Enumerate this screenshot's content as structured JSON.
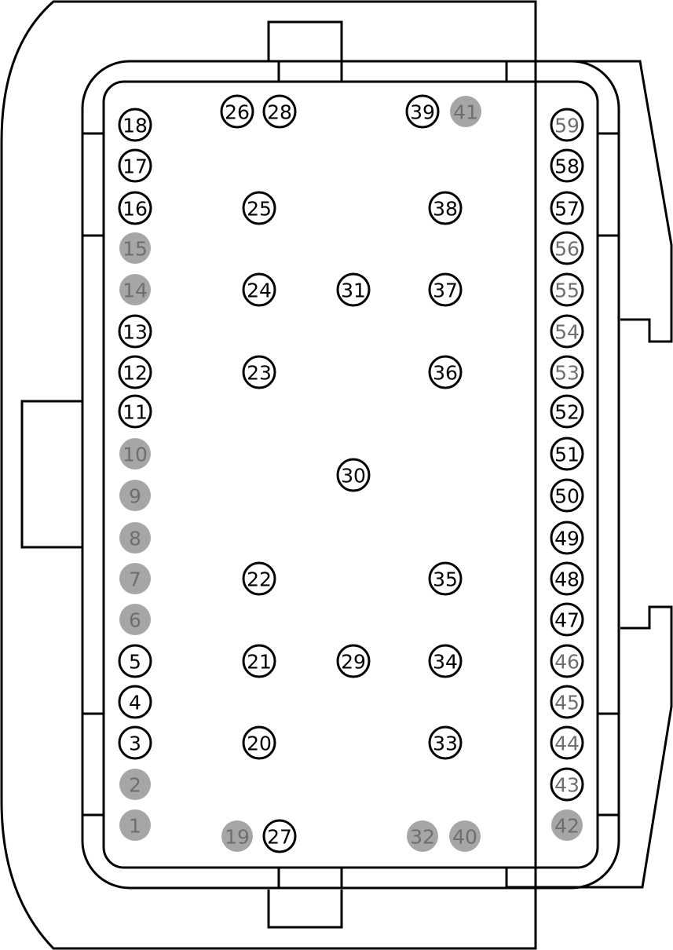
{
  "colors": {
    "line": "#000000",
    "active_fill": "#ffffff",
    "active_text": "#000000",
    "inactive_fill": "#a6a6a6",
    "inactive_text": "#6e6e6e",
    "background": "#ffffff"
  },
  "pins": [
    {
      "label": "1",
      "state": "inactive"
    },
    {
      "label": "2",
      "state": "inactive"
    },
    {
      "label": "3",
      "state": "active"
    },
    {
      "label": "4",
      "state": "active"
    },
    {
      "label": "5",
      "state": "active"
    },
    {
      "label": "6",
      "state": "inactive"
    },
    {
      "label": "7",
      "state": "inactive"
    },
    {
      "label": "8",
      "state": "inactive"
    },
    {
      "label": "9",
      "state": "inactive"
    },
    {
      "label": "10",
      "state": "inactive"
    },
    {
      "label": "11",
      "state": "active"
    },
    {
      "label": "12",
      "state": "active"
    },
    {
      "label": "13",
      "state": "active"
    },
    {
      "label": "14",
      "state": "inactive"
    },
    {
      "label": "15",
      "state": "inactive"
    },
    {
      "label": "16",
      "state": "active"
    },
    {
      "label": "17",
      "state": "active"
    },
    {
      "label": "18",
      "state": "active"
    },
    {
      "label": "19",
      "state": "inactive"
    },
    {
      "label": "20",
      "state": "active"
    },
    {
      "label": "21",
      "state": "active"
    },
    {
      "label": "22",
      "state": "active"
    },
    {
      "label": "23",
      "state": "active"
    },
    {
      "label": "24",
      "state": "active"
    },
    {
      "label": "25",
      "state": "active"
    },
    {
      "label": "26",
      "state": "active"
    },
    {
      "label": "27",
      "state": "active"
    },
    {
      "label": "28",
      "state": "active"
    },
    {
      "label": "29",
      "state": "active"
    },
    {
      "label": "30",
      "state": "active"
    },
    {
      "label": "31",
      "state": "active"
    },
    {
      "label": "32",
      "state": "inactive"
    },
    {
      "label": "33",
      "state": "active"
    },
    {
      "label": "34",
      "state": "active"
    },
    {
      "label": "35",
      "state": "active"
    },
    {
      "label": "36",
      "state": "active"
    },
    {
      "label": "37",
      "state": "active"
    },
    {
      "label": "38",
      "state": "active"
    },
    {
      "label": "39",
      "state": "active"
    },
    {
      "label": "40",
      "state": "inactive"
    },
    {
      "label": "41",
      "state": "inactive"
    },
    {
      "label": "42",
      "state": "inactive"
    },
    {
      "label": "43",
      "state": "active-grey-text"
    },
    {
      "label": "44",
      "state": "active-grey-text"
    },
    {
      "label": "45",
      "state": "active-grey-text"
    },
    {
      "label": "46",
      "state": "active-grey-text"
    },
    {
      "label": "47",
      "state": "active"
    },
    {
      "label": "48",
      "state": "active"
    },
    {
      "label": "49",
      "state": "active"
    },
    {
      "label": "50",
      "state": "active"
    },
    {
      "label": "51",
      "state": "active"
    },
    {
      "label": "52",
      "state": "active"
    },
    {
      "label": "53",
      "state": "active-grey-text"
    },
    {
      "label": "54",
      "state": "active-grey-text"
    },
    {
      "label": "55",
      "state": "active-grey-text"
    },
    {
      "label": "56",
      "state": "active-grey-text"
    },
    {
      "label": "57",
      "state": "active"
    },
    {
      "label": "58",
      "state": "active"
    },
    {
      "label": "59",
      "state": "active-grey-text"
    }
  ]
}
